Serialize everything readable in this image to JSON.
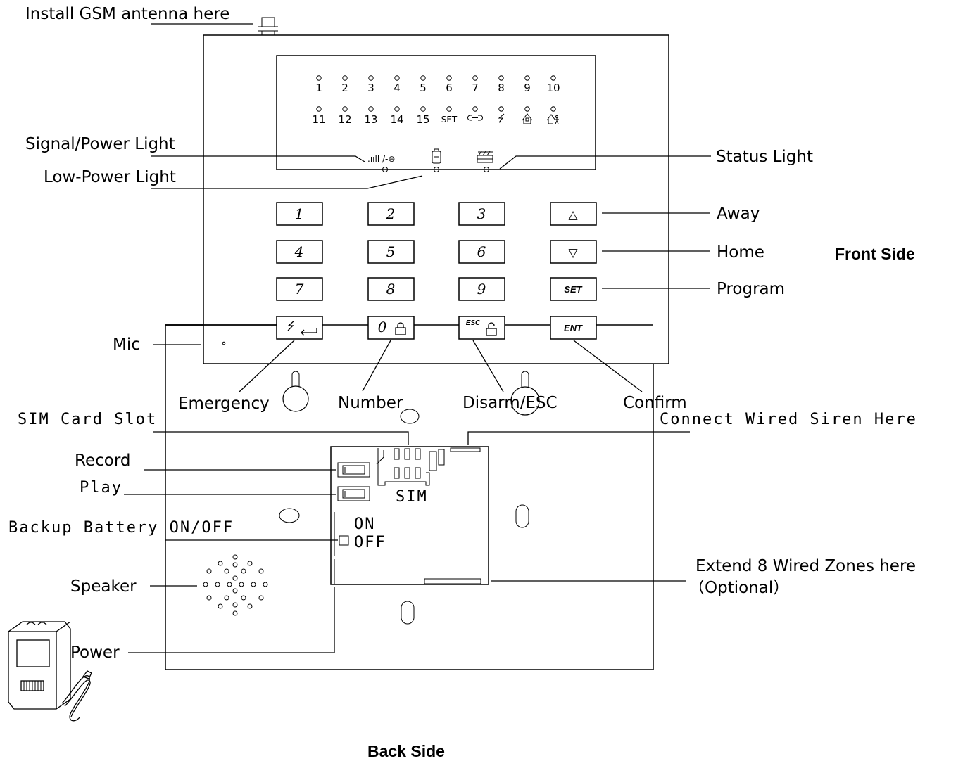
{
  "labels": {
    "antenna": "Install GSM antenna here",
    "signal_power": "Signal/Power Light",
    "low_power": "Low-Power Light",
    "status": "Status Light",
    "away": "Away",
    "home": "Home",
    "program": "Program",
    "front_side": "Front Side",
    "mic": "Mic",
    "emergency": "Emergency",
    "number": "Number",
    "disarm": "Disarm/ESC",
    "confirm": "Confirm",
    "sim_slot": "SIM Card Slot",
    "siren": "Connect Wired Siren Here",
    "record": "Record",
    "play": "Play",
    "battery": "Backup Battery ON/OFF",
    "extend": "Extend 8 Wired  Zones here",
    "optional": "（Optional）",
    "speaker": "Speaker",
    "power": "Power",
    "back_side": "Back Side"
  },
  "panel": {
    "sim": "SIM",
    "on": "ON",
    "off": "OFF"
  },
  "leds": {
    "row1": [
      "1",
      "2",
      "3",
      "4",
      "5",
      "6",
      "7",
      "8",
      "9",
      "10"
    ],
    "row2": [
      "11",
      "12",
      "13",
      "14",
      "15",
      "SET"
    ],
    "signal_glyph": ".ııll /-⊖"
  },
  "keys": {
    "k1": "1",
    "k2": "2",
    "k3": "3",
    "k4": "4",
    "k5": "5",
    "k6": "6",
    "k7": "7",
    "k8": "8",
    "k9": "9",
    "k0": "0",
    "up": "△",
    "down": "▽",
    "set": "SET",
    "esc": "ESC",
    "ent": "ENT"
  }
}
